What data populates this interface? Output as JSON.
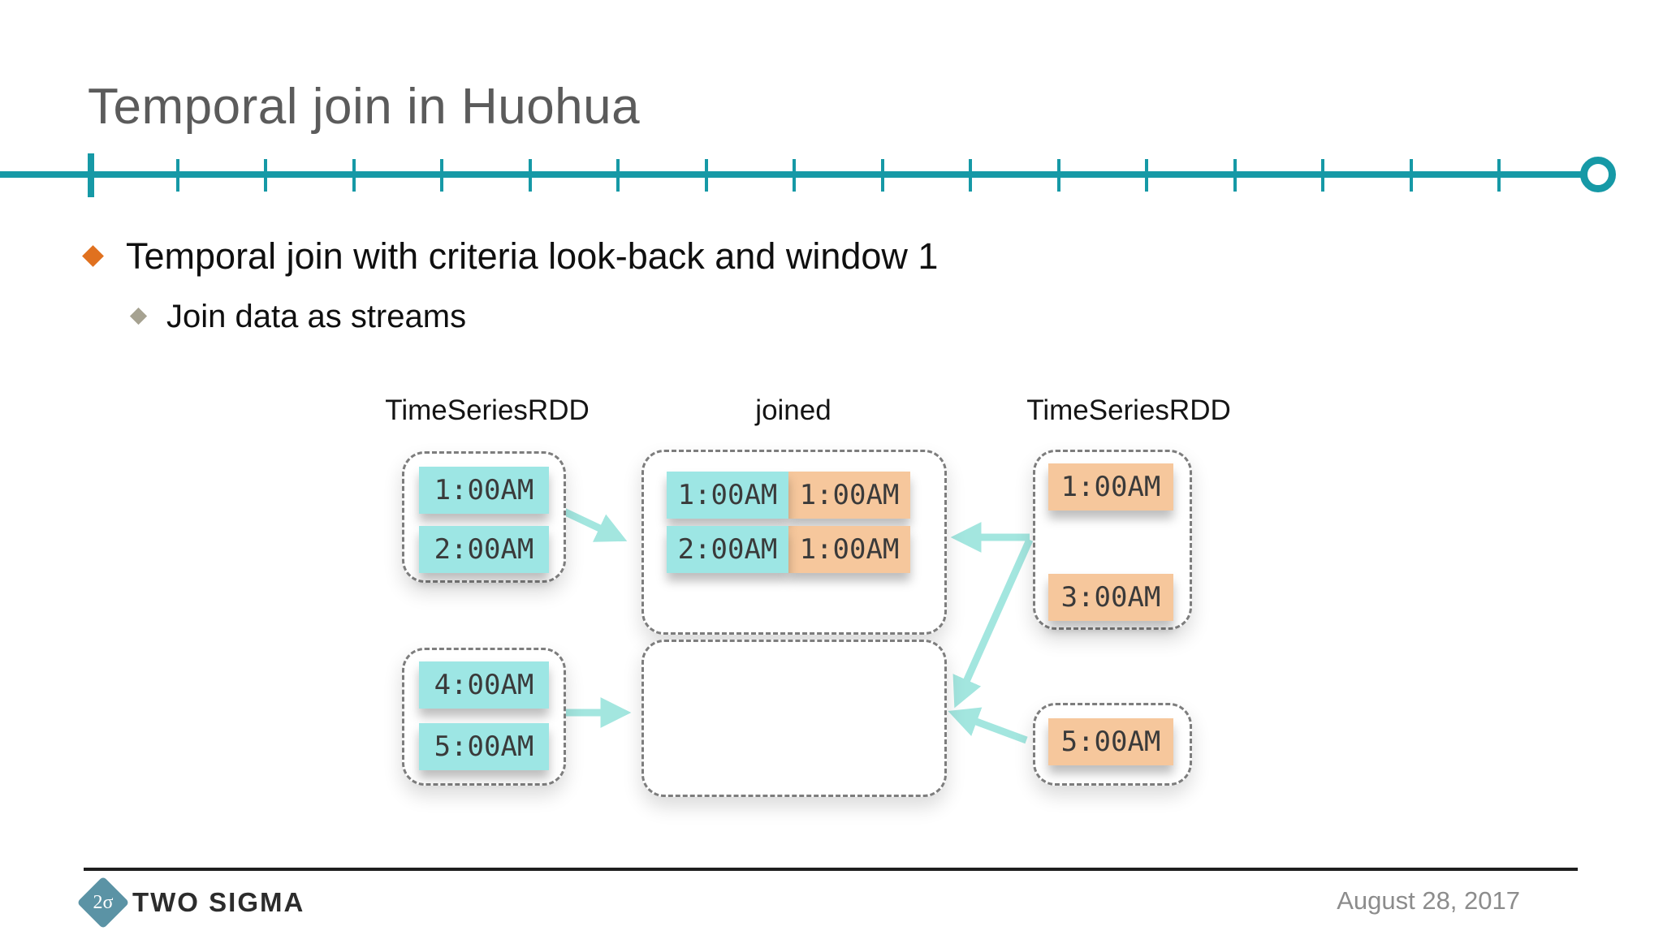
{
  "slide": {
    "title": "Temporal join in Huohua",
    "bullets": [
      {
        "text": "Temporal join with criteria look-back and window 1"
      },
      {
        "text": "Join data as streams"
      }
    ],
    "diagram": {
      "column_labels": [
        "TimeSeriesRDD",
        "joined",
        "TimeSeriesRDD"
      ],
      "left_stream_top": [
        "1:00AM",
        "2:00AM"
      ],
      "left_stream_bottom": [
        "4:00AM",
        "5:00AM"
      ],
      "joined_rows": [
        {
          "left": "1:00AM",
          "right": "1:00AM"
        },
        {
          "left": "2:00AM",
          "right": "1:00AM"
        }
      ],
      "right_stream_top": [
        "1:00AM",
        "3:00AM"
      ],
      "right_stream_bottom": [
        "5:00AM"
      ]
    },
    "footer": {
      "logo_mark": "2σ",
      "logo_name": "TWO SIGMA",
      "date": "August 28, 2017"
    },
    "colors": {
      "accent_teal": "#1699A6",
      "box_cyan": "#9DE6E4",
      "box_orange": "#F6C79C",
      "arrow_cyan": "#A3E6DF",
      "bullet_orange": "#E0711F",
      "bullet_gray": "#A6A291",
      "logo_diamond": "#5B93A5"
    }
  }
}
